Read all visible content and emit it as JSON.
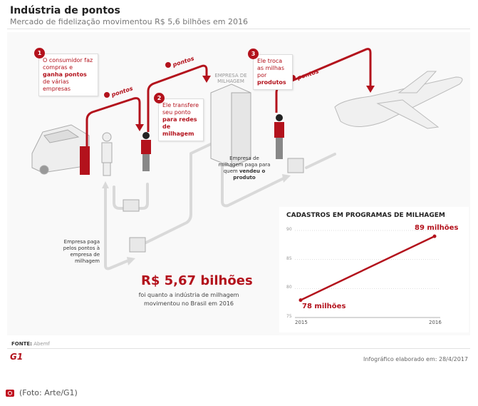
{
  "header": {
    "title": "Indústria de pontos",
    "subtitle": "Mercado de fidelização movimentou R$ 5,6 bilhões em 2016"
  },
  "steps": [
    {
      "num": "1",
      "pre": "O consumidor faz compras e ",
      "bold": "ganha pontos",
      "post": " de várias empresas"
    },
    {
      "num": "2",
      "pre": "Ele transfere seu ponto ",
      "bold": "para redes de milhagem",
      "post": ""
    },
    {
      "num": "3",
      "pre": "Ele troca as milhas por ",
      "bold": "produtos",
      "post": ""
    }
  ],
  "pontos_label": "pontos",
  "building_label": "EMPRESA DE MILHAGEM",
  "notes": {
    "empresa_paga": "Empresa paga pelos pontos à empresa de milhagem",
    "milhagem_paga_pre": "Empresa de milhagem paga para quem ",
    "milhagem_paga_bold": "vendeu o produto"
  },
  "highlight": {
    "value": "R$ 5,67 bilhões",
    "desc": "foi quanto a indústria de milhagem movimentou no Brasil em 2016"
  },
  "chart_data": {
    "type": "line",
    "title": "CADASTROS EM PROGRAMAS DE MILHAGEM",
    "x": [
      "2015",
      "2016"
    ],
    "values": [
      78,
      89
    ],
    "unit": "milhões",
    "data_labels": [
      "78 milhões",
      "89 milhões"
    ],
    "yticks": [
      75,
      80,
      85,
      90
    ],
    "ylim": [
      75,
      90
    ],
    "grid": true,
    "color": "#b3121c"
  },
  "footer": {
    "fonte_label": "FONTE:",
    "fonte_value": "Abemf",
    "logo": "G1",
    "credit": "Infográfico elaborado em: 28/4/2017",
    "caption": "(Foto: Arte/G1)"
  },
  "colors": {
    "accent": "#b3121c",
    "grey": "#d6d6d6"
  }
}
